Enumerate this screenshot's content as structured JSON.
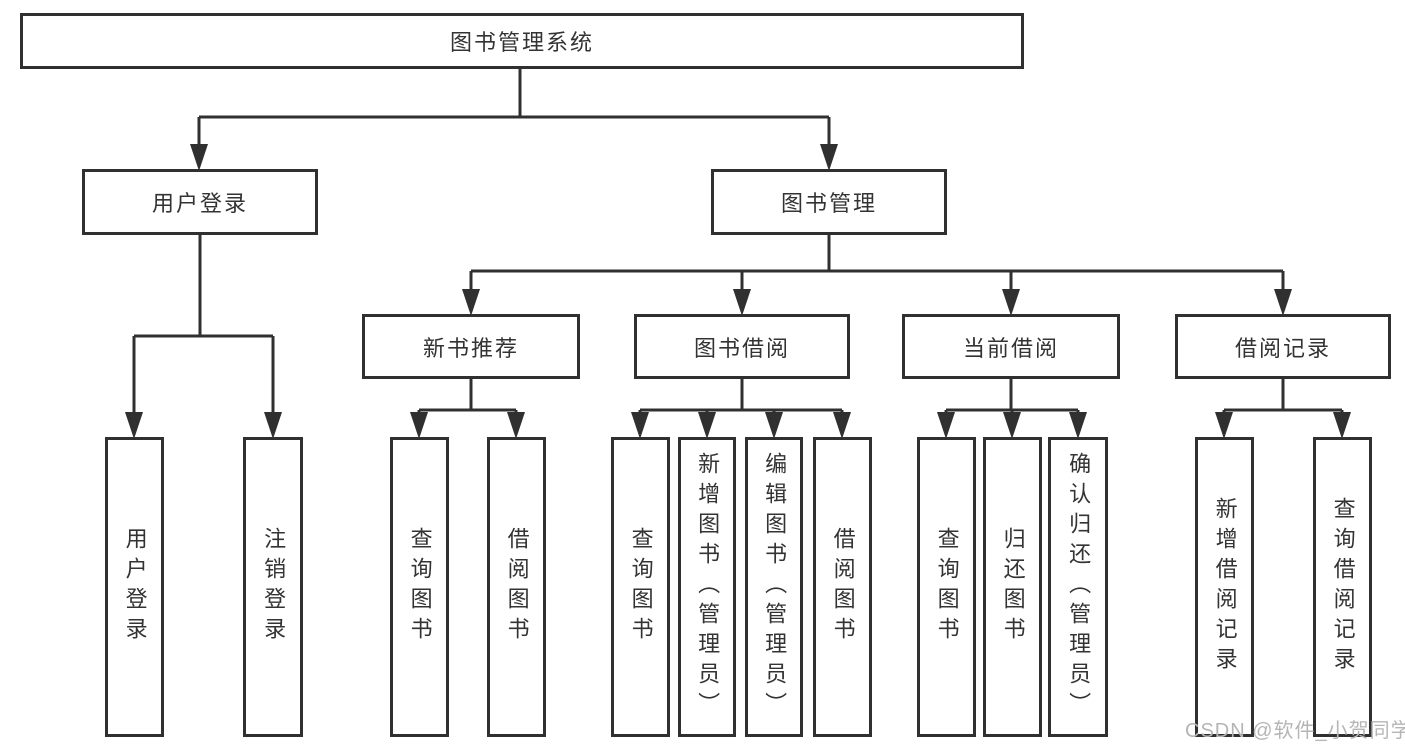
{
  "diagram": {
    "root": {
      "label": "图书管理系统"
    },
    "level2": [
      {
        "label": "用户登录"
      },
      {
        "label": "图书管理"
      }
    ],
    "level3": [
      {
        "label": "新书推荐"
      },
      {
        "label": "图书借阅"
      },
      {
        "label": "当前借阅"
      },
      {
        "label": "借阅记录"
      }
    ],
    "leaves": {
      "user_login": [
        {
          "label": "用户登录"
        },
        {
          "label": "注销登录"
        }
      ],
      "new_book_recommend": [
        {
          "label": "查询图书"
        },
        {
          "label": "借阅图书"
        }
      ],
      "book_borrow": [
        {
          "label": "查询图书"
        },
        {
          "label": "新增图书（管理员）"
        },
        {
          "label": "编辑图书（管理员）"
        },
        {
          "label": "借阅图书"
        }
      ],
      "current_borrow": [
        {
          "label": "查询图书"
        },
        {
          "label": "归还图书"
        },
        {
          "label": "确认归还（管理员）"
        }
      ],
      "borrow_records": [
        {
          "label": "新增借阅记录"
        },
        {
          "label": "查询借阅记录"
        }
      ]
    },
    "watermark": "CSDN @软件_小贺同学",
    "colors": {
      "line": "#303030",
      "text": "#333333",
      "watermark": "#b5b5b5",
      "background": "#ffffff"
    }
  }
}
